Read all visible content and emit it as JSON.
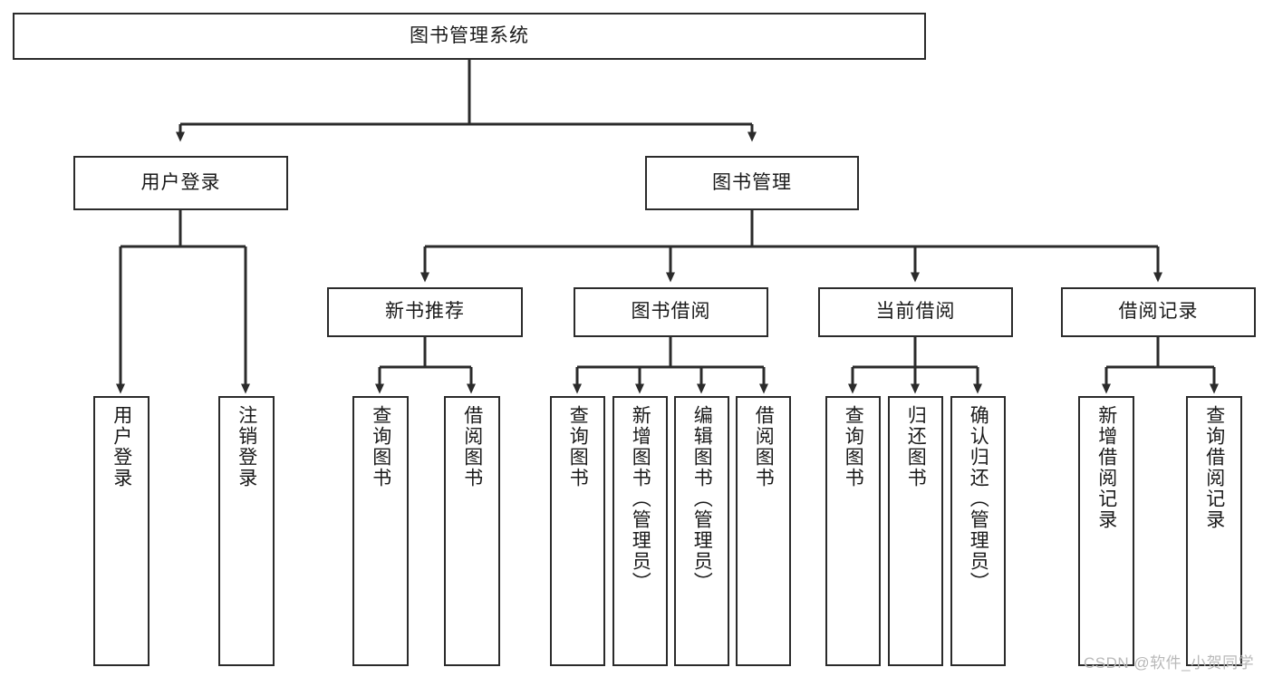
{
  "diagram": {
    "title": "图书管理系统",
    "type": "tree-hierarchy-chart",
    "background_color": "#ffffff",
    "line_color": "#2b2b2b",
    "text_color": "#1a1a1a",
    "levels": 4,
    "root": {
      "id": "root",
      "label": "图书管理系统"
    },
    "level2": [
      {
        "id": "user-login",
        "label": "用户登录"
      },
      {
        "id": "book-manage",
        "label": "图书管理"
      }
    ],
    "level3": [
      {
        "id": "new-book-rec",
        "label": "新书推荐",
        "parent": "book-manage"
      },
      {
        "id": "book-borrow",
        "label": "图书借阅",
        "parent": "book-manage"
      },
      {
        "id": "current-borrow",
        "label": "当前借阅",
        "parent": "book-manage"
      },
      {
        "id": "borrow-record",
        "label": "借阅记录",
        "parent": "book-manage"
      }
    ],
    "leaves": [
      {
        "id": "leaf-user-login",
        "label": "用户登录",
        "parent": "user-login"
      },
      {
        "id": "leaf-logout",
        "label": "注销登录",
        "parent": "user-login"
      },
      {
        "id": "leaf-query-book-1",
        "label": "查询图书",
        "parent": "new-book-rec"
      },
      {
        "id": "leaf-borrow-book-1",
        "label": "借阅图书",
        "parent": "new-book-rec"
      },
      {
        "id": "leaf-query-book-2",
        "label": "查询图书",
        "parent": "book-borrow"
      },
      {
        "id": "leaf-add-book",
        "label": "新增图书（管理员）",
        "parent": "book-borrow"
      },
      {
        "id": "leaf-edit-book",
        "label": "编辑图书（管理员）",
        "parent": "book-borrow"
      },
      {
        "id": "leaf-borrow-book-2",
        "label": "借阅图书",
        "parent": "book-borrow"
      },
      {
        "id": "leaf-query-book-3",
        "label": "查询图书",
        "parent": "current-borrow"
      },
      {
        "id": "leaf-return-book",
        "label": "归还图书",
        "parent": "current-borrow"
      },
      {
        "id": "leaf-confirm-return",
        "label": "确认归还（管理员）",
        "parent": "current-borrow"
      },
      {
        "id": "leaf-add-record",
        "label": "新增借阅记录",
        "parent": "borrow-record"
      },
      {
        "id": "leaf-query-record",
        "label": "查询借阅记录",
        "parent": "borrow-record"
      }
    ]
  },
  "watermark": {
    "text": "CSDN @软件_小贺同学"
  }
}
